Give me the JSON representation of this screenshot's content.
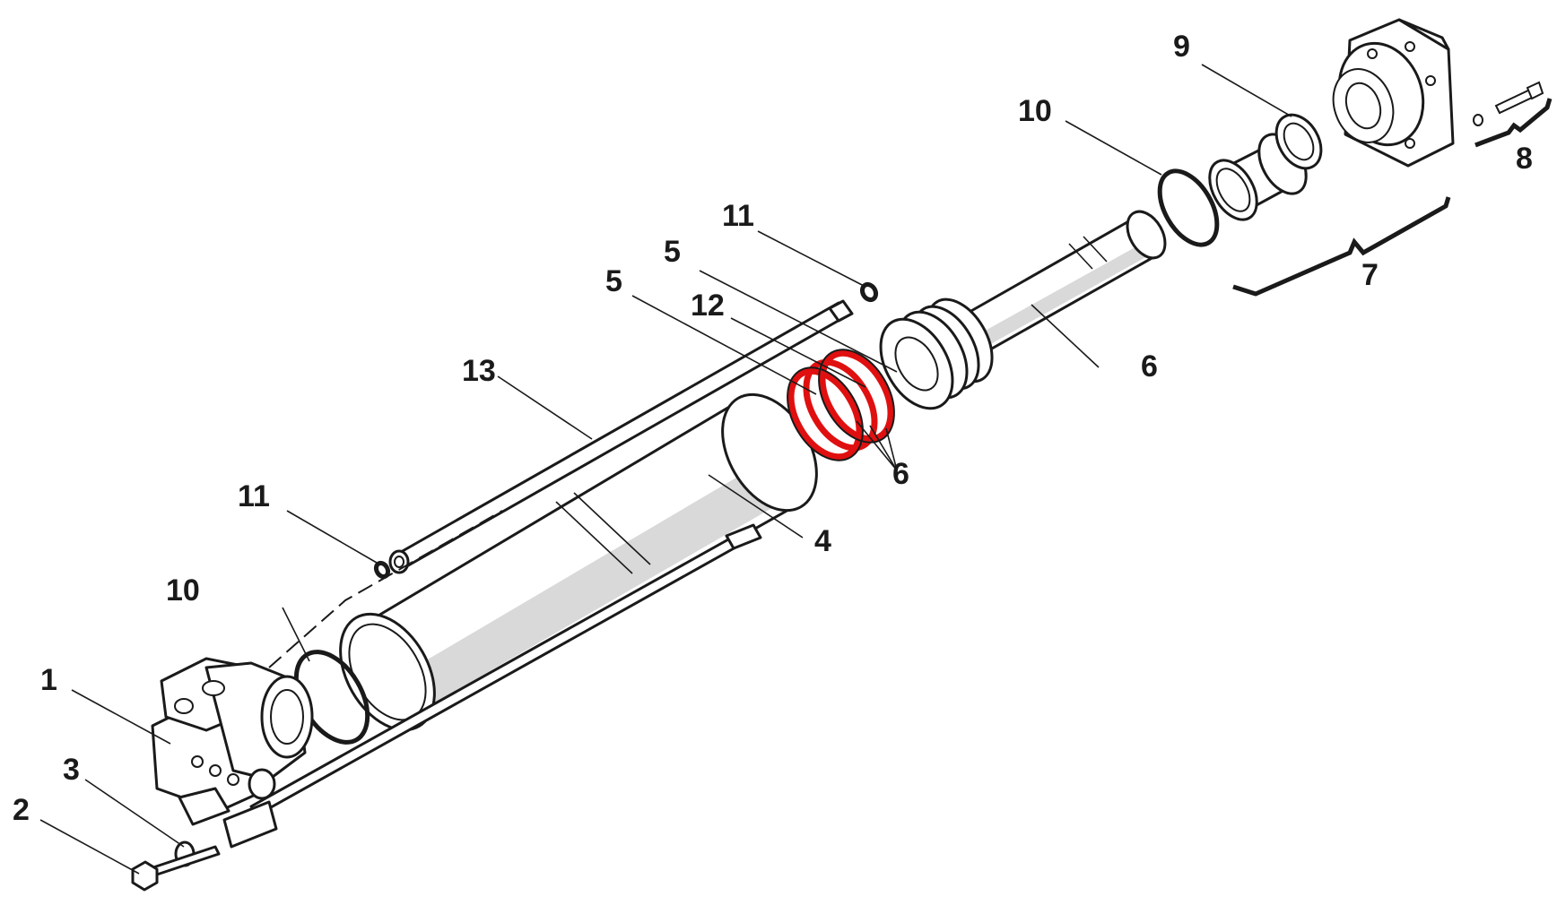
{
  "labels": {
    "p1": "1",
    "p2": "2",
    "p3": "3",
    "p4": "4",
    "p5a": "5",
    "p5b": "5",
    "p6_rod": "6",
    "p6_seals": "6",
    "p7": "7",
    "p8": "8",
    "p9": "9",
    "p10_head": "10",
    "p10_base": "10",
    "p11_top": "11",
    "p11_mid": "11",
    "p12": "12",
    "p13": "13"
  },
  "colors": {
    "highlight": "#e01010",
    "line": "#1a1a1a",
    "shade": "#d9d9d9"
  }
}
